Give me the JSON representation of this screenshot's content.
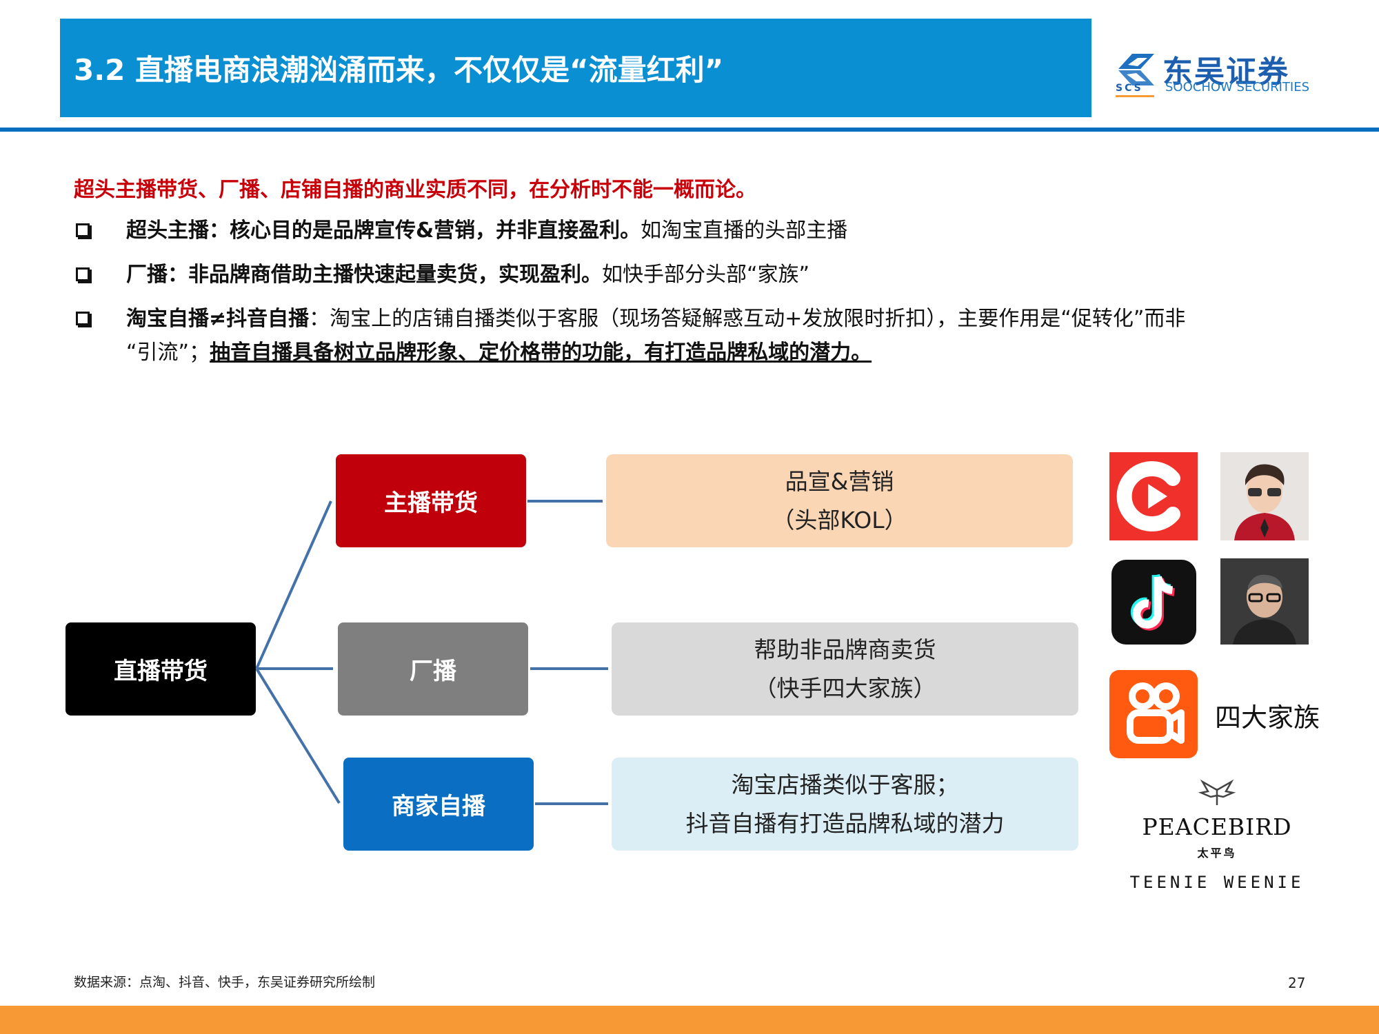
{
  "header": {
    "title": "3.2 直播电商浪潮汹涌而来，不仅仅是“流量红利”",
    "accent_color": "#0a8fd2"
  },
  "logo": {
    "name_cn": "东吴证券",
    "abbr": "SCS",
    "name_en": "SOOCHOW SECURITIES"
  },
  "headline": "超头主播带货、厂播、店铺自播的商业实质不同，在分析时不能一概而论。",
  "bullets": [
    {
      "bold": "超头主播：核心目的是品牌宣传&营销，并非直接盈利。",
      "normal": "如淘宝直播的头部主播"
    },
    {
      "bold": "厂播：非品牌商借助主播快速起量卖货，实现盈利。",
      "normal": "如快手部分头部“家族”"
    },
    {
      "bold": "淘宝自播≠抖音自播",
      "normal": "：淘宝上的店铺自播类似于客服（现场答疑解惑互动+发放限时折扣），主要作用是“促转化”而非",
      "line2_normal": "“引流”；",
      "line2_underline": "抽音自播具备树立品牌形象、定价格带的功能，有打造品牌私域的潜力。"
    }
  ],
  "diagram": {
    "root": "直播带货",
    "branches": [
      {
        "label": "主播带货",
        "color": "#c0000b",
        "desc_line1": "品宣&营销",
        "desc_line2": "（头部KOL）",
        "desc_bg": "#fbd6b5"
      },
      {
        "label": "厂播",
        "color": "#7f7f7f",
        "desc_line1": "帮助非品牌商卖货",
        "desc_line2": "（快手四大家族）",
        "desc_bg": "#d9d9d9"
      },
      {
        "label": "商家自播",
        "color": "#0a6fc2",
        "desc_line1": "淘宝店播类似于客服；",
        "desc_line2": "抖音自播有打造品牌私域的潜力",
        "desc_bg": "#dbeef5"
      }
    ],
    "line_color": "#4472a8"
  },
  "side": {
    "family_label": "四大家族",
    "brand1": "PEACEBIRD",
    "brand1_cn": "太平鸟",
    "brand2": "TEENIE WEENIE"
  },
  "footer": {
    "source": "数据来源：点淘、抖音、快手，东吴证券研究所绘制",
    "page": "27"
  }
}
